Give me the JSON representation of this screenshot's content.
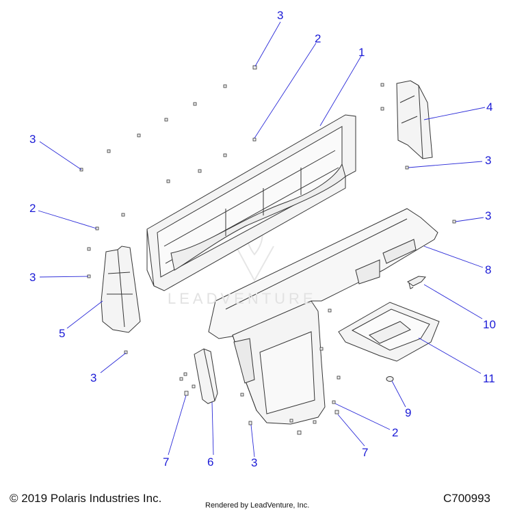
{
  "callouts": {
    "c1": "1",
    "c2a": "2",
    "c2b": "2",
    "c2c": "2",
    "c3a": "3",
    "c3b": "3",
    "c3c": "3",
    "c3d": "3",
    "c3e": "3",
    "c3f": "3",
    "c3g": "3",
    "c4": "4",
    "c5": "5",
    "c6": "6",
    "c7a": "7",
    "c7b": "7",
    "c8": "8",
    "c9": "9",
    "c10": "10",
    "c11": "11"
  },
  "watermark": "LEADVENTURE",
  "footer": {
    "copyright": "© 2019 Polaris Industries Inc.",
    "rendered_by": "Rendered by LeadVenture, Inc.",
    "diagram_code": "C700993"
  },
  "colors": {
    "callout": "#1a1ad6",
    "leader": "#2a2ad8",
    "part_line": "#333333",
    "part_fill": "#f4f4f4"
  }
}
